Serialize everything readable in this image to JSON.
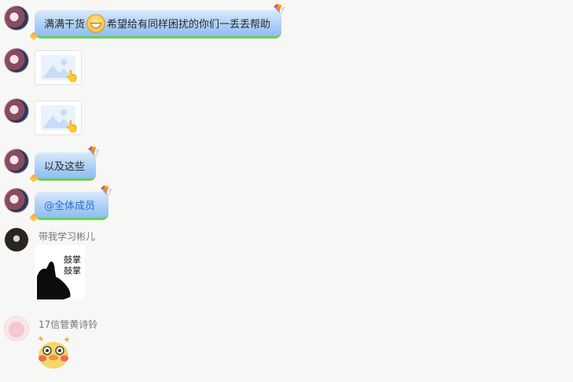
{
  "messages": [
    {
      "type": "bubble",
      "text_before": "满满干货",
      "text_after": "希望给有同样困扰的你们一丢丢帮助"
    },
    {
      "type": "image"
    },
    {
      "type": "image"
    },
    {
      "type": "bubble",
      "text": "以及这些"
    },
    {
      "type": "bubble",
      "text": "@全体成员"
    },
    {
      "type": "sticker",
      "sender": "带我学习彬儿",
      "sticker_text": [
        "鼓掌",
        "鼓掌"
      ]
    },
    {
      "type": "sticker",
      "sender": "17信管黄诗铃"
    }
  ],
  "colors": {
    "bubble_top": "#d9eafc",
    "bubble_bottom": "#8fbef0",
    "bubble_border": "#6ccf53",
    "mention": "#2e6fd8",
    "background": "#f7f7f5"
  },
  "icons": [
    "avatar",
    "kite-icon",
    "grin-emoji-icon",
    "image-placeholder-icon",
    "pointing-hand-icon"
  ]
}
